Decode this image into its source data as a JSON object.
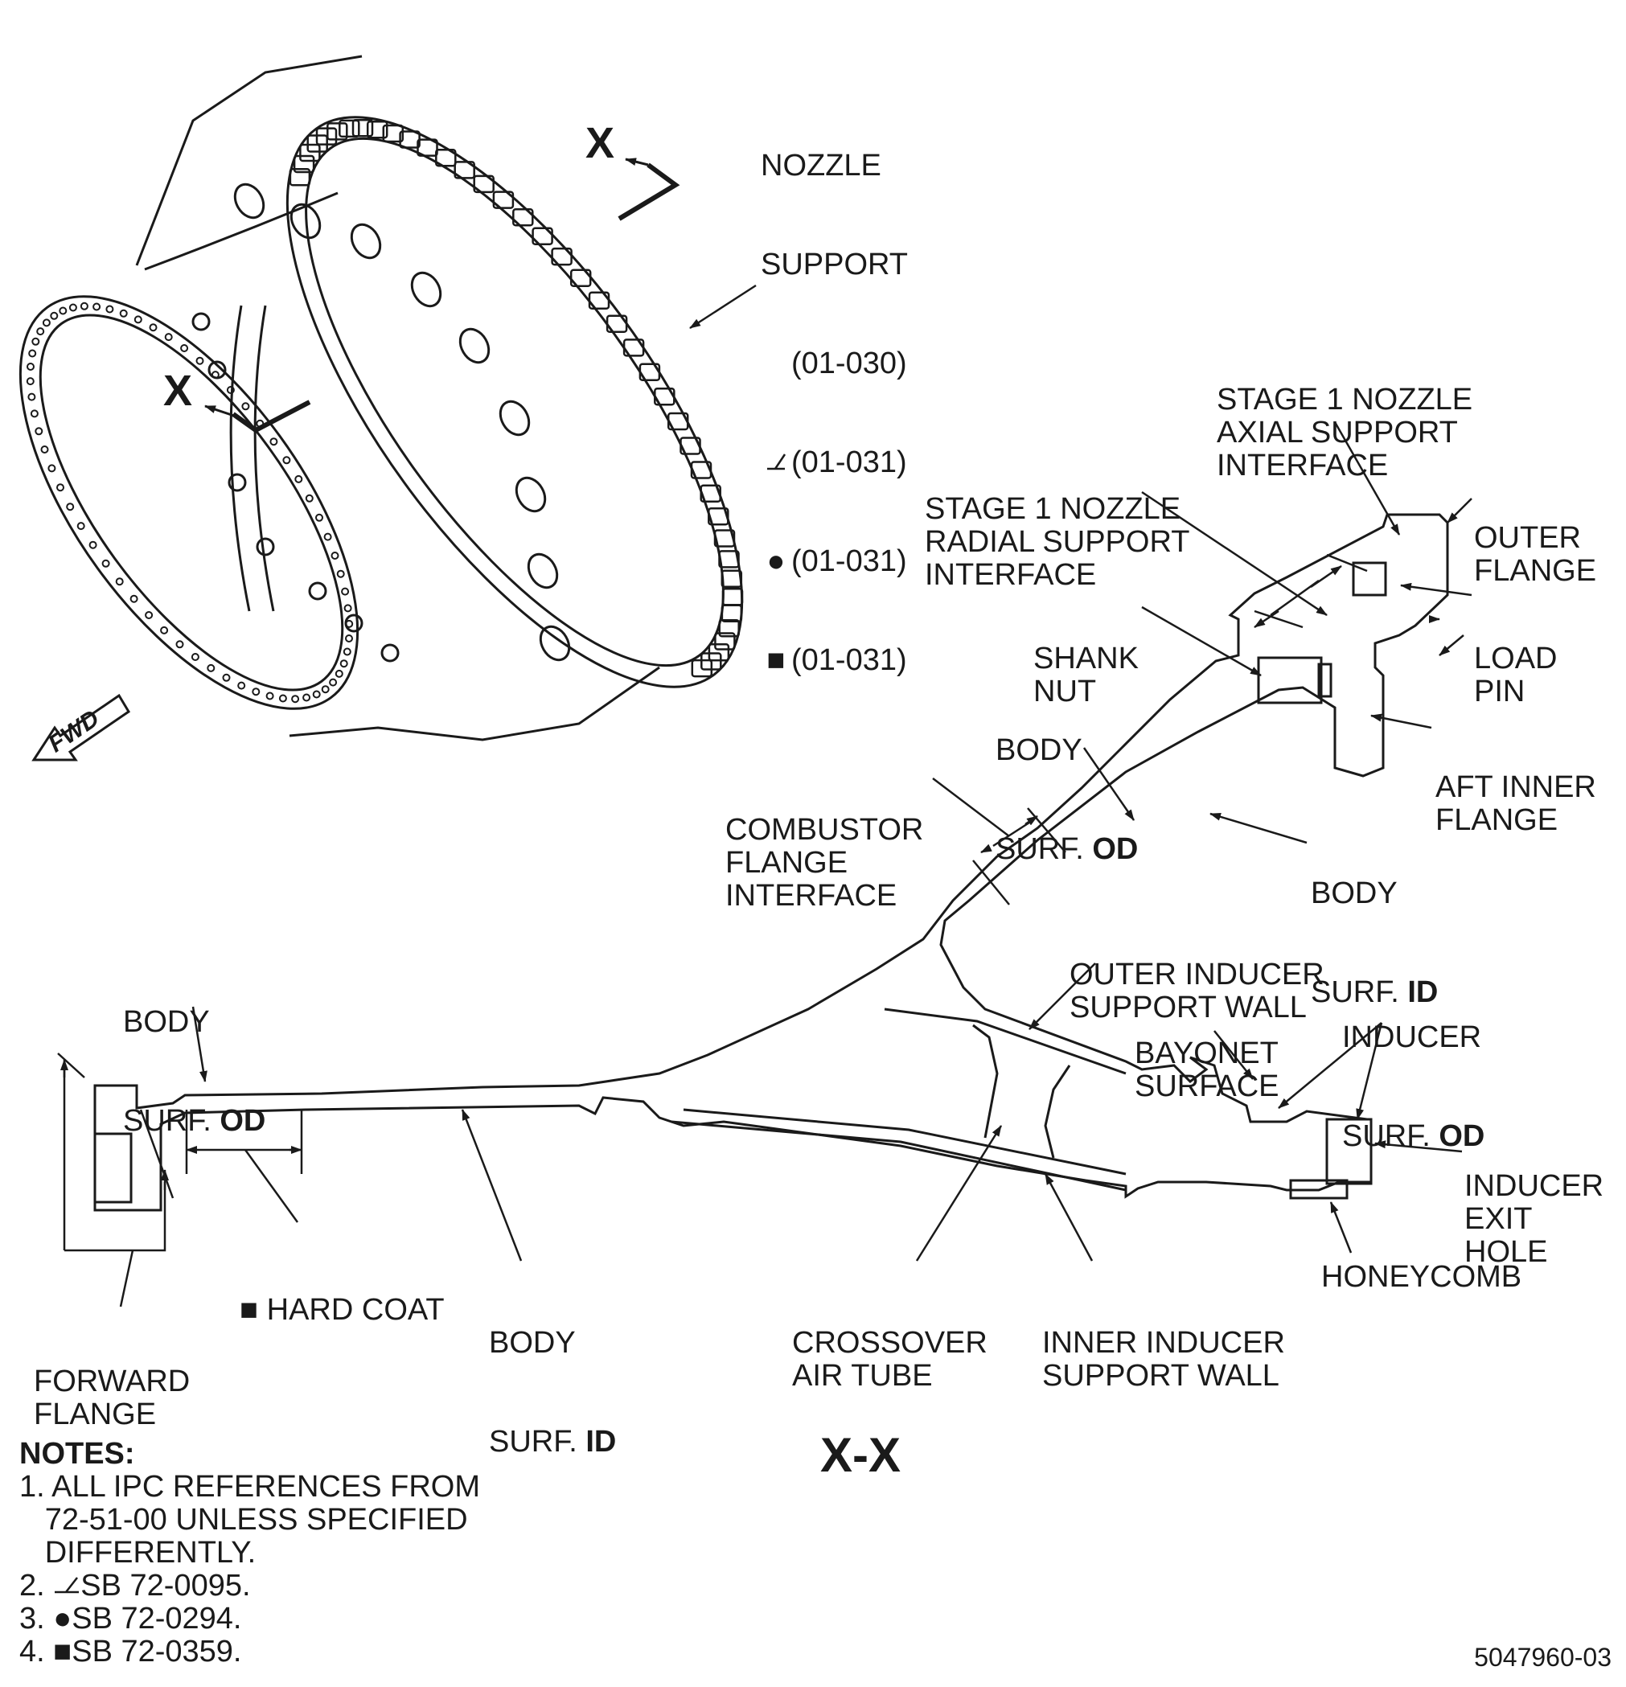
{
  "section_marker": "X",
  "section_title": "X-X",
  "fwd_label": "FWD",
  "nozzle_support": {
    "line1": "NOZZLE",
    "line2": "SUPPORT",
    "refs": [
      {
        "symbol": "",
        "text": "(01-030)"
      },
      {
        "symbol": "triangle-flag",
        "text": "(01-031)"
      },
      {
        "symbol": "circle",
        "text": "(01-031)"
      },
      {
        "symbol": "square",
        "text": "(01-031)"
      }
    ]
  },
  "callouts": {
    "stage1_axial": [
      "STAGE 1 NOZZLE",
      "AXIAL SUPPORT",
      "INTERFACE"
    ],
    "stage1_radial": [
      "STAGE 1 NOZZLE",
      "RADIAL SUPPORT",
      "INTERFACE"
    ],
    "outer_flange": [
      "OUTER",
      "FLANGE"
    ],
    "load_pin": [
      "LOAD",
      "PIN"
    ],
    "shank_nut": [
      "SHANK",
      "NUT"
    ],
    "body_surf_od_upper": {
      "line1": "BODY",
      "line2": "SURF.",
      "bold": "OD"
    },
    "aft_inner_flange": [
      "AFT INNER",
      "FLANGE"
    ],
    "combustor_flange": [
      "COMBUSTOR",
      "FLANGE",
      "INTERFACE"
    ],
    "body_surf_id_upper": {
      "line1": "BODY",
      "line2": "SURF.",
      "bold": "ID"
    },
    "outer_inducer": [
      "OUTER INDUCER",
      "SUPPORT WALL"
    ],
    "body_surf_od_left": {
      "line1": "BODY",
      "line2": "SURF.",
      "bold": "OD"
    },
    "bayonet": [
      "BAYONET",
      "SURFACE"
    ],
    "inducer_surf_od": {
      "line1": "INDUCER",
      "line2": "SURF.",
      "bold": "OD"
    },
    "inducer_exit": [
      "INDUCER",
      "EXIT",
      "HOLE"
    ],
    "hard_coat": "HARD COAT",
    "body_surf_id_lower": {
      "line1": "BODY",
      "line2": "SURF.",
      "bold": "ID"
    },
    "crossover": [
      "CROSSOVER",
      "AIR TUBE"
    ],
    "inner_inducer": [
      "INNER INDUCER",
      "SUPPORT WALL"
    ],
    "honeycomb": "HONEYCOMB",
    "forward_flange": [
      "FORWARD",
      "FLANGE"
    ]
  },
  "notes": {
    "heading": "NOTES:",
    "items": [
      {
        "num": "1.",
        "symbol": "",
        "text": "ALL IPC REFERENCES FROM",
        "cont": [
          "72-51-00 UNLESS SPECIFIED",
          "DIFFERENTLY."
        ]
      },
      {
        "num": "2.",
        "symbol": "triangle-flag",
        "text": "SB 72-0095.",
        "cont": []
      },
      {
        "num": "3.",
        "symbol": "circle",
        "text": "SB 72-0294.",
        "cont": []
      },
      {
        "num": "4.",
        "symbol": "square",
        "text": "SB 72-0359.",
        "cont": []
      }
    ]
  },
  "doc_number": "5047960-03",
  "symbols": {
    "triangle-flag": "flag-mark",
    "circle": "●",
    "square": "■"
  }
}
